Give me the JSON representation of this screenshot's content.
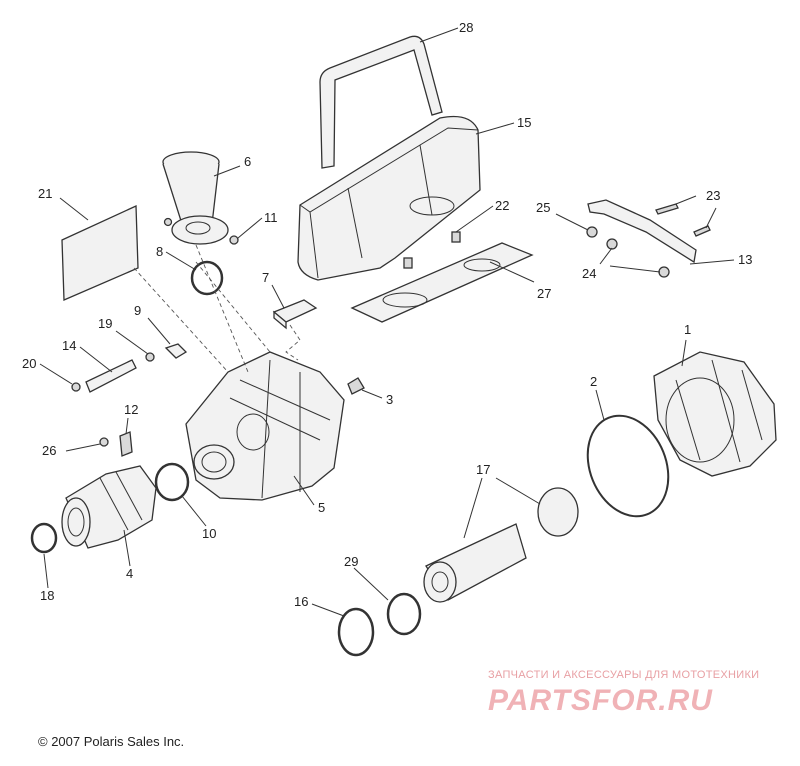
{
  "diagram": {
    "callouts": [
      "1",
      "2",
      "3",
      "4",
      "5",
      "6",
      "7",
      "8",
      "9",
      "10",
      "11",
      "12",
      "13",
      "14",
      "15",
      "16",
      "17",
      "18",
      "19",
      "20",
      "21",
      "22",
      "23",
      "24",
      "25",
      "26",
      "27",
      "28",
      "29"
    ]
  },
  "footer": {
    "copyright": "© 2007 Polaris Sales Inc."
  },
  "watermark": {
    "caption": "ЗАПЧАСТИ И АКСЕССУАРЫ ДЛЯ МОТОТЕХНИКИ",
    "logo_text": "PARTSFOR.RU",
    "color": "#f0b2b6"
  }
}
